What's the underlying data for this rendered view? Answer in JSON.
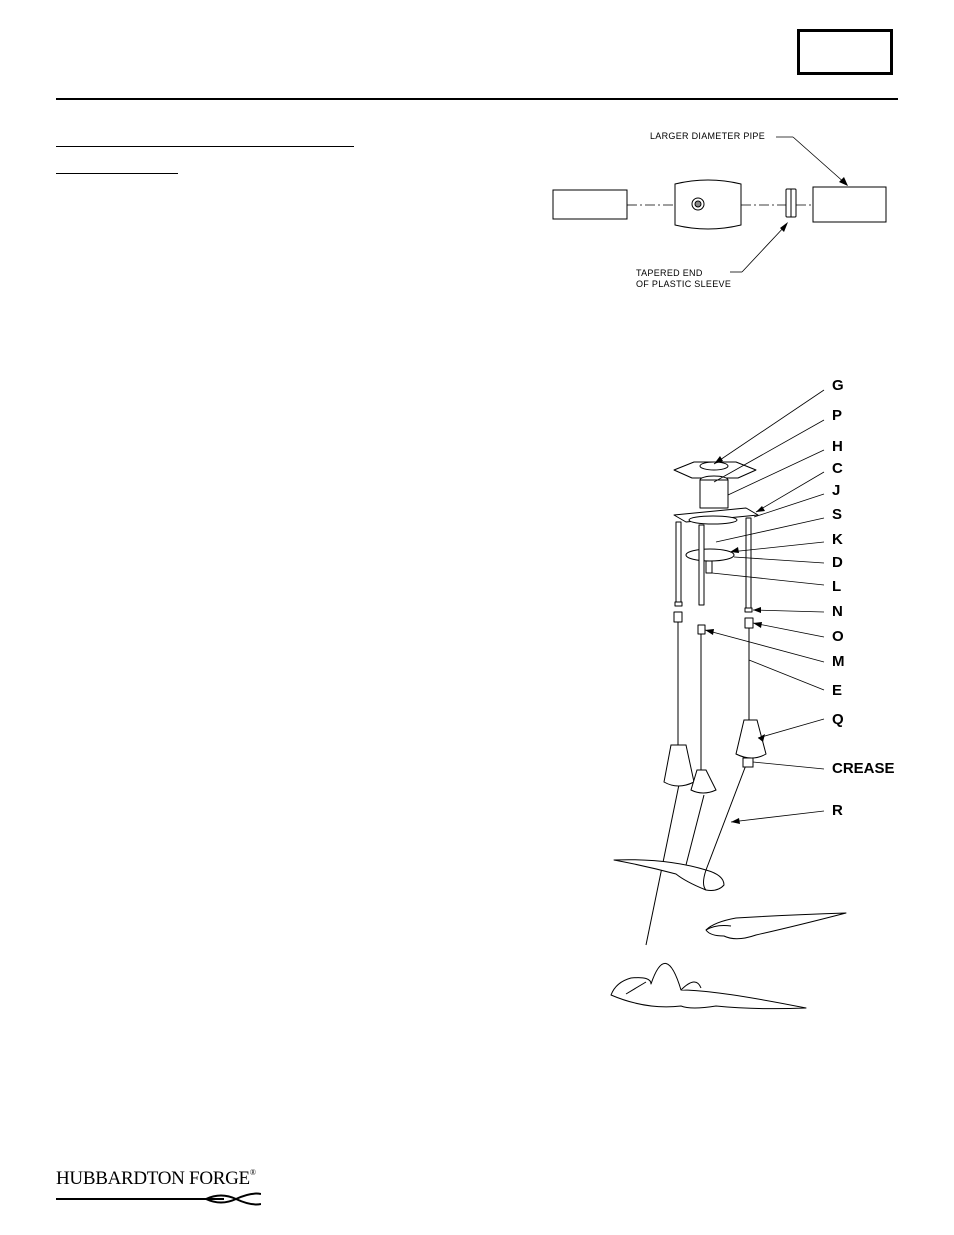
{
  "header": {
    "page_box_text": ""
  },
  "detail_figure": {
    "pipe_label": "LARGER DIAMETER PIPE",
    "sleeve_label_line1": "TAPERED END",
    "sleeve_label_line2": "OF PLASTIC SLEEVE"
  },
  "assembly_figure": {
    "callouts": [
      "G",
      "P",
      "H",
      "C",
      "J",
      "S",
      "K",
      "D",
      "L",
      "N",
      "O",
      "M",
      "E",
      "Q",
      "CREASE",
      "R"
    ]
  },
  "footer": {
    "logo_text": "HUBBARDTON FORGE",
    "logo_reg": "®"
  }
}
